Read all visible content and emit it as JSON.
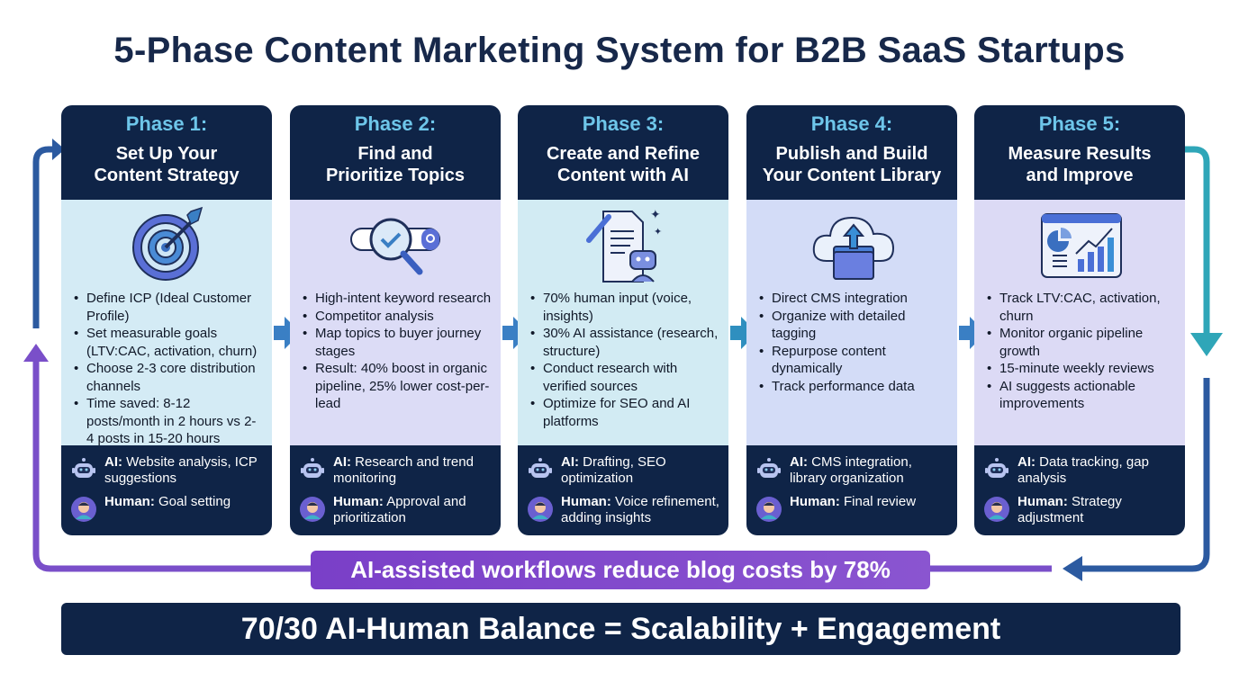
{
  "title": "5-Phase Content Marketing System for B2B SaaS Startups",
  "colors": {
    "navy": "#0f2447",
    "phase_label": "#6ec6ea",
    "banner": "#7a3fc8",
    "arrow_blue": "#3a7fc4",
    "loop_teal": "#2fa6b8",
    "loop_purple": "#7a4fc9"
  },
  "phases": [
    {
      "label": "Phase 1:",
      "title1": "Set Up Your",
      "title2": "Content Strategy",
      "icon": "target-icon",
      "bullets": [
        "Define ICP (Ideal Customer Profile)",
        "Set measurable goals (LTV:CAC, activation, churn)",
        "Choose 2-3 core distribution channels",
        "Time saved: 8-12 posts/month in 2 hours vs 2-4 posts in 15-20 hours"
      ],
      "ai_label": "AI:",
      "ai_text": "Website analysis, ICP suggestions",
      "human_label": "Human:",
      "human_text": "Goal setting"
    },
    {
      "label": "Phase 2:",
      "title1": "Find and",
      "title2": "Prioritize Topics",
      "icon": "search-check-icon",
      "bullets": [
        "High-intent keyword research",
        "Competitor analysis",
        "Map topics to buyer journey stages",
        "Result: 40% boost in organic pipeline, 25% lower cost-per-lead"
      ],
      "ai_label": "AI:",
      "ai_text": "Research and trend monitoring",
      "human_label": "Human:",
      "human_text": "Approval and prioritization"
    },
    {
      "label": "Phase 3:",
      "title1": "Create and Refine",
      "title2": "Content with AI",
      "icon": "document-robot-icon",
      "bullets": [
        "70% human input (voice, insights)",
        "30% AI assistance (research, structure)",
        "Conduct research with verified sources",
        "Optimize for SEO and AI platforms"
      ],
      "ai_label": "AI:",
      "ai_text": "Drafting, SEO optimization",
      "human_label": "Human:",
      "human_text": "Voice refinement, adding insights"
    },
    {
      "label": "Phase 4:",
      "title1": "Publish and Build",
      "title2": "Your Content Library",
      "icon": "cloud-upload-folder-icon",
      "bullets": [
        "Direct CMS integration",
        "Organize with detailed tagging",
        "Repurpose content dynamically",
        "Track performance data"
      ],
      "ai_label": "AI:",
      "ai_text": "CMS integration, library organization",
      "human_label": "Human:",
      "human_text": "Final review"
    },
    {
      "label": "Phase 5:",
      "title1": "Measure Results",
      "title2": "and Improve",
      "icon": "analytics-dashboard-icon",
      "bullets": [
        "Track LTV:CAC, activation, churn",
        "Monitor organic pipeline growth",
        "15-minute weekly reviews",
        "AI suggests actionable improvements"
      ],
      "ai_label": "AI:",
      "ai_text": "Data tracking, gap analysis",
      "human_label": "Human:",
      "human_text": "Strategy adjustment"
    }
  ],
  "banner": "AI-assisted workflows reduce blog costs by 78%",
  "bottom": "70/30 AI-Human Balance = Scalability + Engagement"
}
